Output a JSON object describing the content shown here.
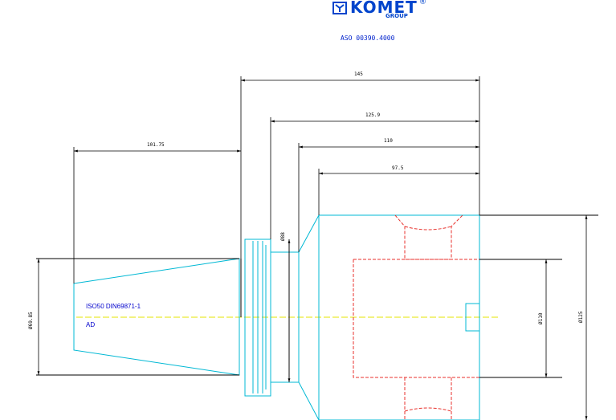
{
  "header": {
    "logo_text": "KOMET",
    "logo_group": "GROUP",
    "logo_registered": "®",
    "part_number": "ASO 00390.4000"
  },
  "labels": {
    "interface": "ISO50 DIN69871-1",
    "form": "AD"
  },
  "dimensions": {
    "d1": "145",
    "d2": "125.9",
    "d3": "110",
    "d4": "97.5",
    "d5": "101.75",
    "d6": "Ø88",
    "d7": "Ø69.85",
    "d8": "Ø110",
    "d9": "Ø125"
  },
  "colors": {
    "outline": "#00b8d4",
    "hidden": "#e8322d",
    "centerline": "#e6e600",
    "dim": "#000000",
    "brand": "#0044cc"
  }
}
